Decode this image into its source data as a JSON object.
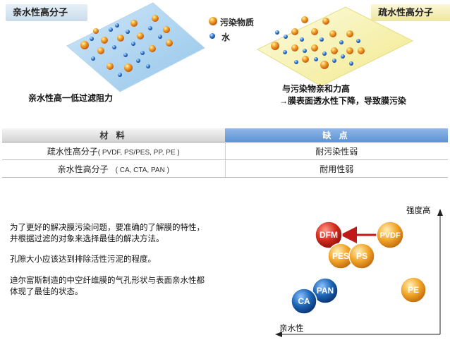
{
  "tags": {
    "left": "亲水性高分子",
    "right": "疏水性高分子"
  },
  "legend": {
    "pollutant": "污染物质",
    "water": "水",
    "pollutant_color": "#f2a02a",
    "water_color": "#3a7fd8"
  },
  "captions": {
    "left": "亲水性高一低过滤阻力",
    "right_line1": "与污染物亲和力高",
    "right_line2": "→膜表面透水性下降，导致膜污染"
  },
  "table": {
    "headers": [
      "材 料",
      "缺 点"
    ],
    "rows": [
      {
        "material": "疏水性高分子",
        "detail": "( PVDF, PS/PES, PP, PE )",
        "weakness": "耐污染性弱"
      },
      {
        "material": "亲水性高分子",
        "detail": "( CA, CTA, PAN )",
        "weakness": "耐用性弱"
      }
    ]
  },
  "paragraphs": [
    "为了更好的解决膜污染问题，要准确的了解膜的特性，",
    "并根据过滤的对象来选择最佳的解决方法。",
    "孔隙大小应该达到排除活性污泥的程度。",
    "迪尔富斯制造的中空纤维膜的气孔形状与表面亲水性都",
    "体现了最佳的状态。"
  ],
  "chart": {
    "y_axis_label": "强度高",
    "x_axis_label": "亲水性",
    "colors": {
      "red": "#d42a1e",
      "orange": "#f2a528",
      "blue": "#1c64b4",
      "arrow": "#c0191a"
    },
    "materials": [
      {
        "label": "DFM",
        "color": "red"
      },
      {
        "label": "PVDF",
        "color": "orange"
      },
      {
        "label": "PES",
        "color": "orange"
      },
      {
        "label": "PS",
        "color": "orange"
      },
      {
        "label": "PAN",
        "color": "blue"
      },
      {
        "label": "CA",
        "color": "blue"
      },
      {
        "label": "PE",
        "color": "orange"
      }
    ]
  }
}
